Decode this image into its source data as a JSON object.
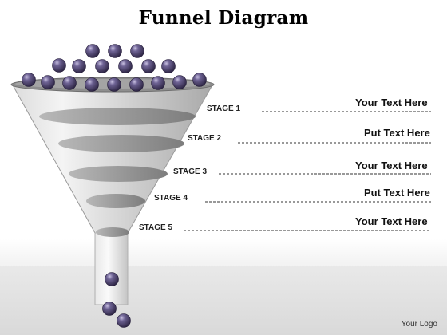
{
  "title": "Funnel Diagram",
  "stages": [
    {
      "label": "STAGE 1",
      "text": "Your Text Here"
    },
    {
      "label": "STAGE 2",
      "text": "Put Text Here"
    },
    {
      "label": "STAGE 3",
      "text": "Your Text Here"
    },
    {
      "label": "STAGE 4",
      "text": "Put Text Here"
    },
    {
      "label": "STAGE 5",
      "text": "Your Text Here"
    }
  ],
  "logo": "Your Logo",
  "colors": {
    "ball": "#4b3f6b",
    "funnel": "#c8c8c8",
    "band": "#9e9e9e"
  }
}
